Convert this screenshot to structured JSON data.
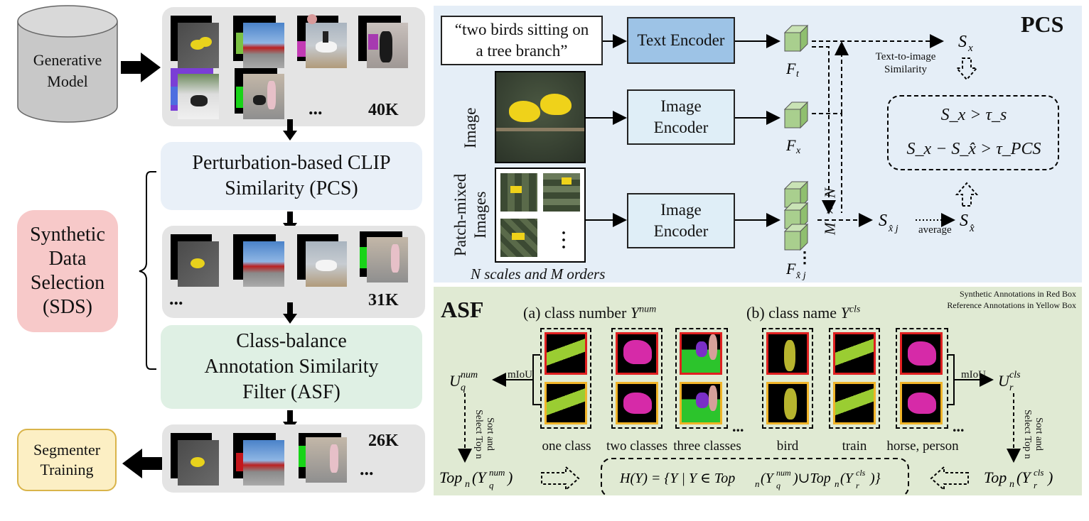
{
  "left": {
    "generative_model": "Generative\nModel",
    "count_40k": "40K",
    "count_31k": "31K",
    "count_26k": "26K",
    "pcs_step": "Perturbation-based CLIP\nSimilarity (PCS)",
    "asf_step": "Class-balance\nAnnotation Similarity\nFilter (ASF)",
    "sds": "Synthetic\nData\nSelection\n(SDS)",
    "segmenter": "Segmenter\nTraining",
    "ellipsis": "..."
  },
  "pcs": {
    "title": "PCS",
    "text_prompt": "“two birds sitting on\na tree branch”",
    "text_encoder": "Text Encoder",
    "image_encoder": "Image\nEncoder",
    "image_label": "Image",
    "patch_label": "Patch-mixed\nImages",
    "scales_orders": "N scales and M orders",
    "similarity_label": "Text-to-image\nSimilarity",
    "average": "average",
    "mxn": "M × N",
    "cond1": "S_x > τ_s",
    "cond2": "S_x − S_x̂ > τ_PCS"
  },
  "asf": {
    "title": "ASF",
    "legend_red": "Synthetic Annotations in Red Box",
    "legend_yellow": "Reference Annotations in Yellow Box",
    "a_label": "(a) class number",
    "b_label": "(b) class name",
    "miou_left": "mIoU",
    "miou_right": "mIoU",
    "sort_left": "Sort and\nSelect Top n",
    "sort_right": "Sort and\nSelect Top n",
    "col_labels": [
      "one class",
      "two classes",
      "three classes",
      "bird",
      "train",
      "horse, person"
    ]
  },
  "colors": {
    "panel_gray": "#e4e4e4",
    "pcs_box": "#e9f0f8",
    "asf_box": "#dff0e4",
    "sds_box": "#f7c9c9",
    "segmenter_box": "#fcefc4",
    "pcs_panel_bg": "#e5eef7",
    "asf_panel_bg": "#e0ead3",
    "text_encoder": "#9dc3e6",
    "image_encoder": "#dfeef7",
    "cube": "#a9cf8e",
    "red_frame": "#e02020",
    "yellow_frame": "#f0b428"
  }
}
